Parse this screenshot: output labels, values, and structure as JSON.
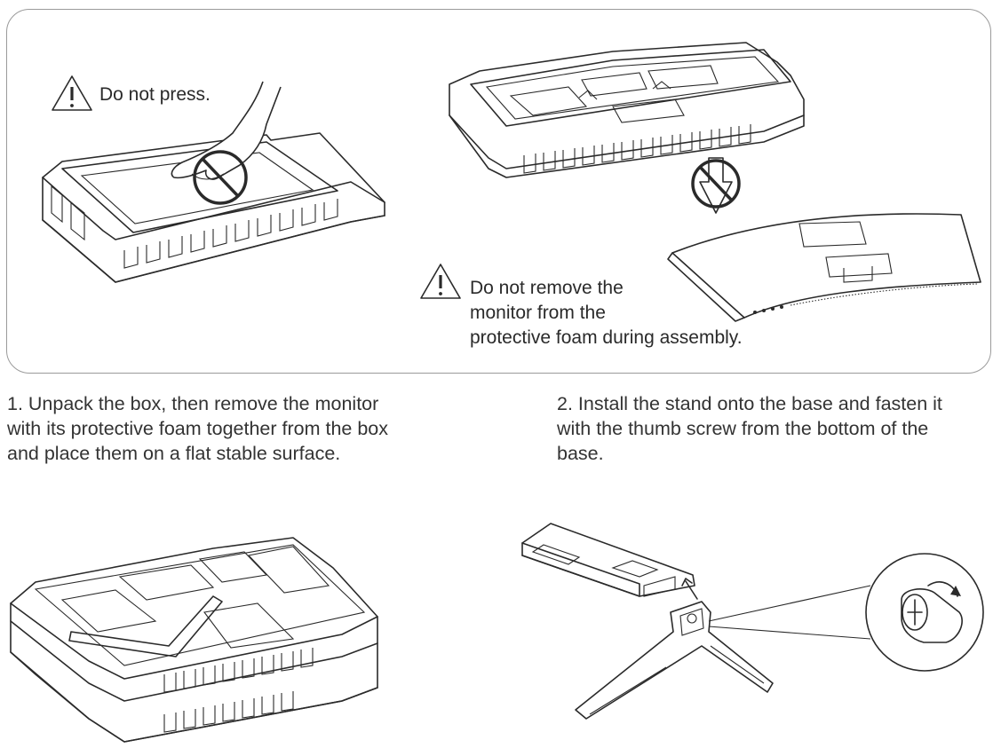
{
  "warnings": {
    "press": "Do not press.",
    "remove_lines": [
      "Do not remove the",
      "monitor from the",
      "protective foam during assembly."
    ]
  },
  "steps": [
    {
      "lines": [
        "1. Unpack the box, then remove the monitor",
        "with its protective foam together from the box",
        "and place them on a flat stable surface."
      ]
    },
    {
      "lines": [
        "2. Install the stand onto the base and fasten it",
        "with the thumb screw from the bottom of the",
        "base."
      ]
    }
  ],
  "icons": {
    "warning": "warning-triangle-icon",
    "prohibited": "no-entry-circle-icon",
    "rotate": "rotate-arrow-icon"
  },
  "colors": {
    "line": "#2a2a2a",
    "panel_border": "#9a9a9a",
    "background": "#ffffff"
  }
}
